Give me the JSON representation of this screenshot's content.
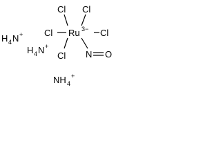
{
  "molecule": {
    "center_atom": "Ru",
    "center_charge": "3−",
    "ligands": {
      "cl_top_left": "Cl",
      "cl_top_right": "Cl",
      "cl_left": "Cl",
      "cl_right": "Cl",
      "cl_bottom": "Cl",
      "nitrosyl_n": "N",
      "nitrosyl_o": "O"
    },
    "counterions": [
      {
        "label": "H",
        "subscript": "4",
        "element": "N",
        "charge": "+"
      },
      {
        "label": "H",
        "subscript": "4",
        "element": "N",
        "charge": "+"
      },
      {
        "label": "NH",
        "subscript": "4",
        "element": "",
        "charge": "+"
      }
    ]
  }
}
